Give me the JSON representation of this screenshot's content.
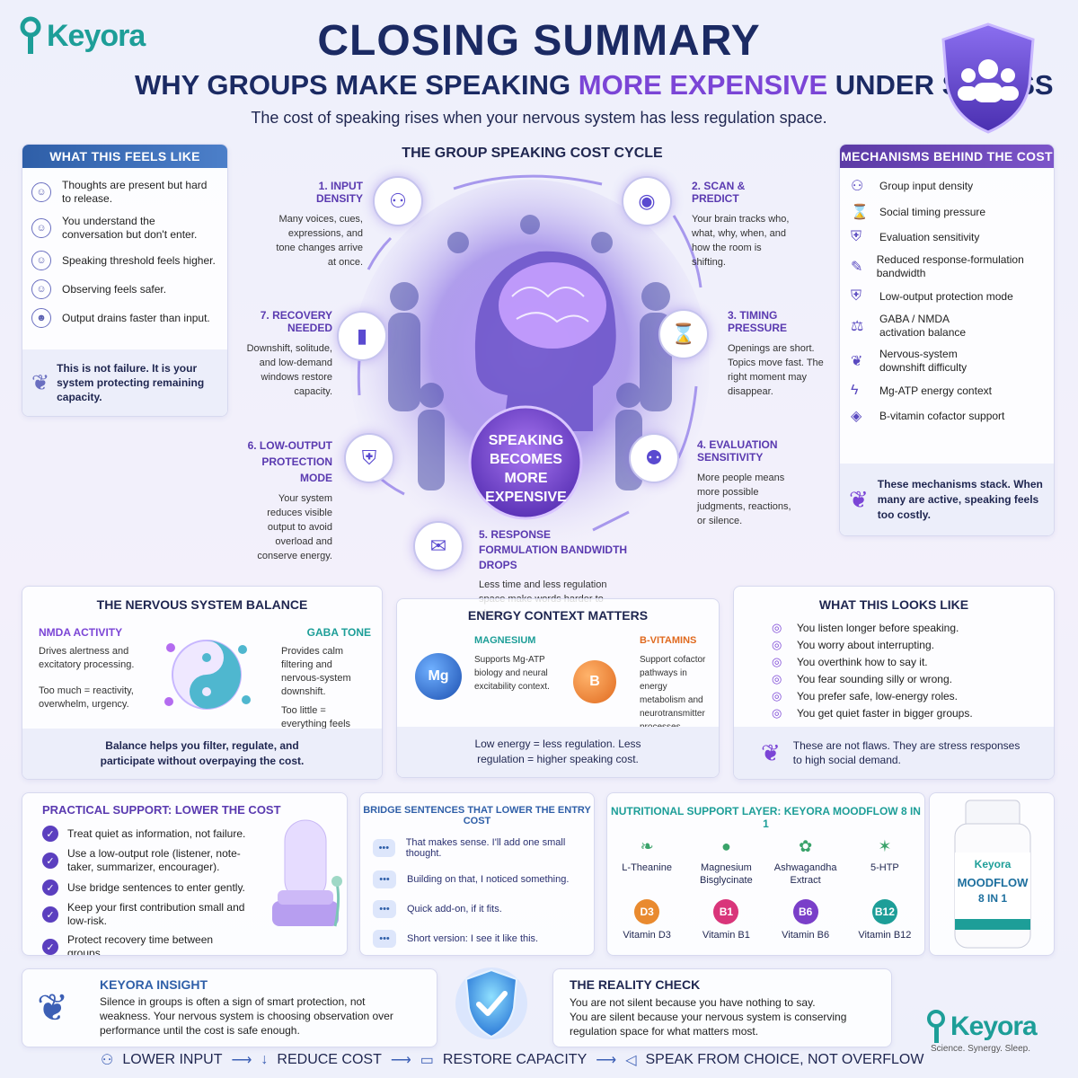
{
  "brand": {
    "name": "Keyora",
    "tagline": "Science. Synergy. Sleep."
  },
  "header": {
    "title": "CLOSING SUMMARY",
    "subtitle_a": "WHY GROUPS MAKE SPEAKING ",
    "subtitle_b": "MORE EXPENSIVE",
    "subtitle_c": " UNDER STRESS",
    "tagline": "The cost of speaking rises when your nervous system has less regulation space."
  },
  "feels": {
    "title": "WHAT THIS FEELS LIKE",
    "items": [
      "Thoughts are present but hard to release.",
      "You understand the conversation but don't enter.",
      "Speaking threshold feels higher.",
      "Observing feels safer.",
      "Output drains faster than input."
    ],
    "note": "This is not failure. It is your system protecting remaining capacity."
  },
  "cycle": {
    "title": "THE GROUP SPEAKING COST CYCLE",
    "center": "SPEAKING BECOMES MORE EXPENSIVE",
    "s1": {
      "t": "1. INPUT DENSITY",
      "d": "Many voices, cues, expressions, and tone changes arrive at once."
    },
    "s2": {
      "t": "2. SCAN & PREDICT",
      "d": "Your brain tracks who, what, why, when, and how the room is shifting."
    },
    "s3": {
      "t": "3. TIMING PRESSURE",
      "d": "Openings are short. Topics move fast. The right moment may disappear."
    },
    "s4": {
      "t": "4. EVALUATION SENSITIVITY",
      "d": "More people means more possible judgments, reactions, or silence."
    },
    "s5": {
      "t": "5. RESPONSE FORMULATION BANDWIDTH DROPS",
      "d": "Less time and less regulation space make words harder to shape."
    },
    "s6": {
      "t": "6. LOW-OUTPUT PROTECTION MODE",
      "d": "Your system reduces visible output to avoid overload and conserve energy."
    },
    "s7": {
      "t": "7. RECOVERY NEEDED",
      "d": "Downshift, solitude, and low-demand windows restore capacity."
    }
  },
  "mech": {
    "title": "MECHANISMS BEHIND THE COST",
    "items": [
      "Group input density",
      "Social timing pressure",
      "Evaluation sensitivity",
      "Reduced response-formulation bandwidth",
      "Low-output protection mode",
      "GABA / NMDA activation balance",
      "Nervous-system downshift difficulty",
      "Mg-ATP energy context",
      "B-vitamin cofactor support"
    ],
    "note": "These mechanisms stack. When many are active, speaking feels too costly."
  },
  "balance": {
    "title": "THE NERVOUS SYSTEM BALANCE",
    "nmda_t": "NMDA ACTIVITY",
    "nmda_d": "Drives alertness and excitatory processing.",
    "nmda_x": "Too much = reactivity, overwhelm, urgency.",
    "gaba_t": "GABA TONE",
    "gaba_d": "Provides calm filtering and nervous-system downshift.",
    "gaba_x": "Too little = everything feels urgent.",
    "note": "Balance helps you filter, regulate, and participate without overpaying the cost."
  },
  "energy": {
    "title": "ENERGY CONTEXT MATTERS",
    "mg_t": "MAGNESIUM",
    "mg_d": "Supports Mg-ATP biology and neural excitability context.",
    "mg_s": "Mg",
    "b_t": "B-VITAMINS",
    "b_d": "Support cofactor pathways in energy metabolism and neurotransmitter processes.",
    "b_s": "B",
    "note": "Low energy = less regulation. Less regulation = higher speaking cost."
  },
  "looks": {
    "title": "WHAT THIS LOOKS LIKE",
    "items": [
      "You listen longer before speaking.",
      "You worry about interrupting.",
      "You overthink how to say it.",
      "You fear sounding silly or wrong.",
      "You prefer safe, low-energy roles.",
      "You get quiet faster in bigger groups."
    ],
    "note": "These are not flaws. They are stress responses to high social demand."
  },
  "practical": {
    "title": "PRACTICAL SUPPORT: LOWER THE COST",
    "items": [
      "Treat quiet as information, not failure.",
      "Use a low-output role (listener, note-taker, summarizer, encourager).",
      "Use bridge sentences to enter gently.",
      "Keep your first contribution small and low-risk.",
      "Protect recovery time between groups."
    ]
  },
  "bridge": {
    "title": "BRIDGE SENTENCES THAT LOWER THE ENTRY COST",
    "items": [
      "That makes sense. I'll add one small thought.",
      "Building on that, I noticed something.",
      "Quick add-on, if it fits.",
      "Short version: I see it like this."
    ]
  },
  "nutri": {
    "title": "NUTRITIONAL SUPPORT LAYER: KEYORA MOODFLOW 8 IN 1",
    "top": [
      "L-Theanine",
      "Magnesium Bisglycinate",
      "Ashwagandha Extract",
      "5-HTP"
    ],
    "vit": [
      {
        "s": "D3",
        "n": "Vitamin D3",
        "c": "#e98a2f"
      },
      {
        "s": "B1",
        "n": "Vitamin B1",
        "c": "#d9357a"
      },
      {
        "s": "B6",
        "n": "Vitamin B6",
        "c": "#7a3fc9"
      },
      {
        "s": "B12",
        "n": "Vitamin B12",
        "c": "#1d9e98"
      }
    ]
  },
  "bottle": {
    "brand": "Keyora",
    "name": "MOODFLOW",
    "sub": "8 IN 1"
  },
  "insight": {
    "title": "KEYORA INSIGHT",
    "text": "Silence in groups is often a sign of smart protection, not weakness. Your nervous system is choosing observation over performance until the cost is safe enough."
  },
  "reality": {
    "title": "THE REALITY CHECK",
    "l1": "You are not silent because you have nothing to say.",
    "l2": "You are silent because your nervous system is conserving regulation space for what matters most."
  },
  "flow": [
    "LOWER INPUT",
    "REDUCE COST",
    "RESTORE CAPACITY",
    "SPEAK FROM CHOICE, NOT OVERFLOW"
  ],
  "colors": {
    "navy": "#1f2650",
    "purple": "#7b45d6",
    "blue": "#2f5fa8",
    "teal": "#1d9e98"
  }
}
